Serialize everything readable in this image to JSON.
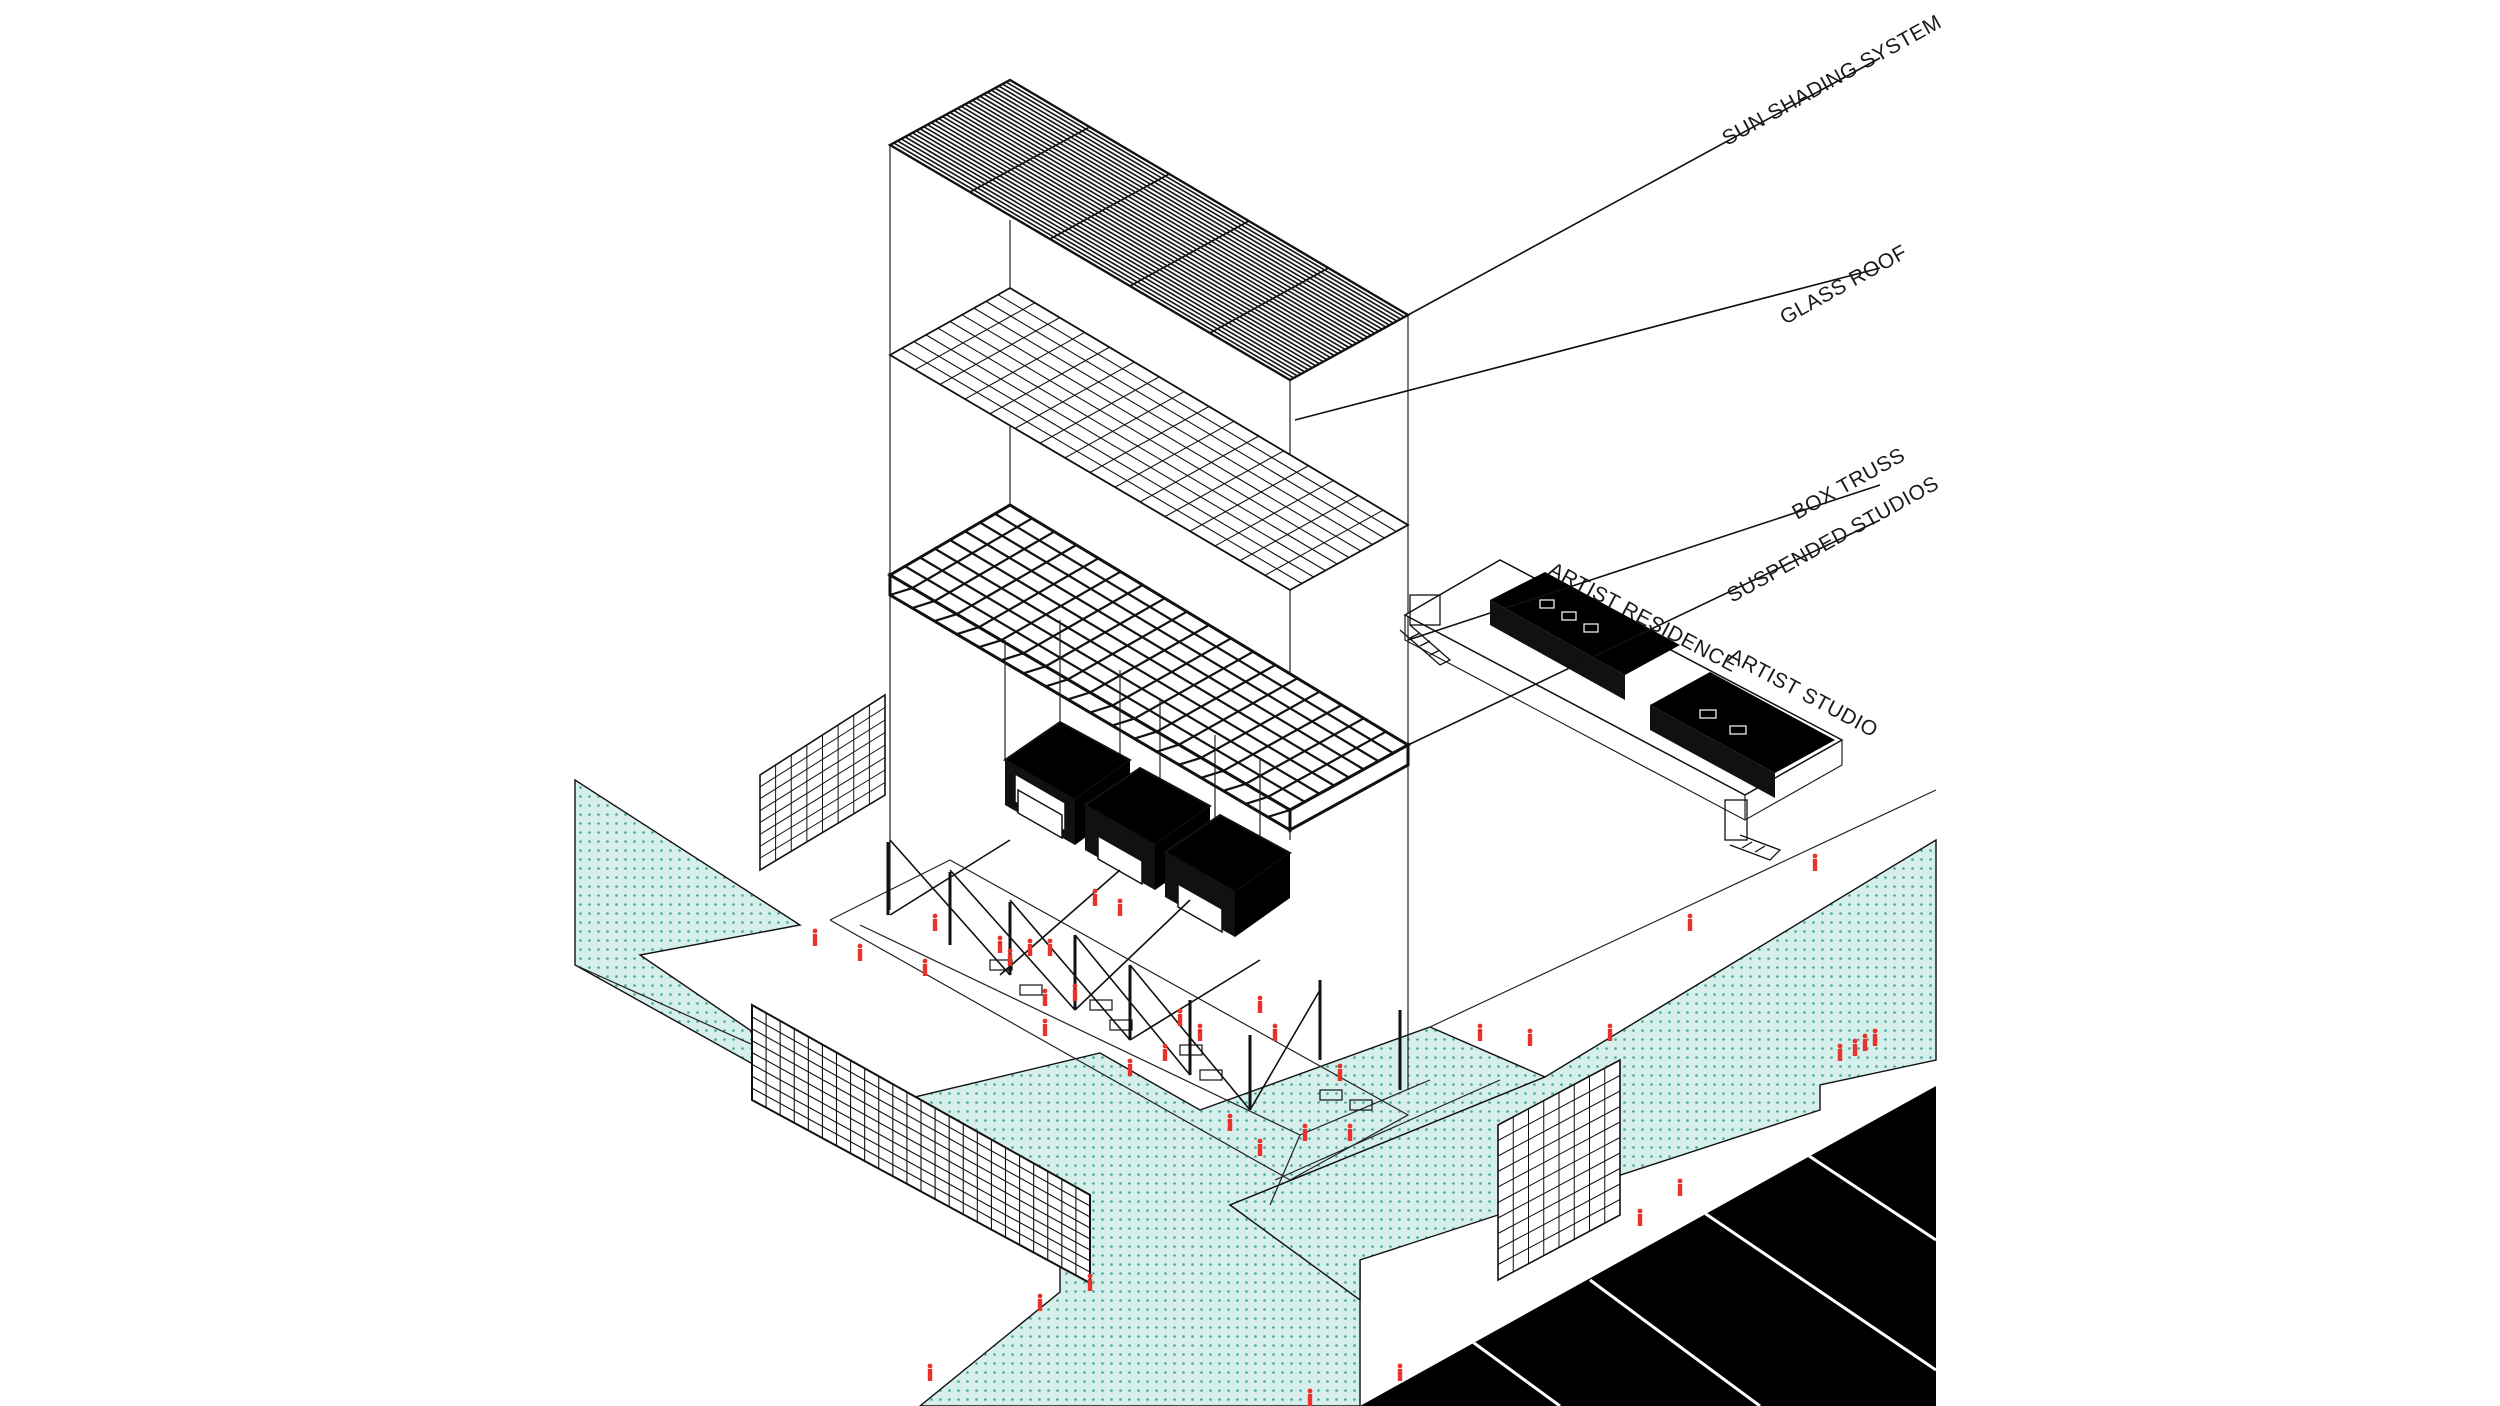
{
  "labels": {
    "sun_shading": "SUN SHADING SYSTEM",
    "glass_roof": "GLASS ROOF",
    "box_truss": "BOX TRUSS",
    "suspended_studios": "SUSPENDED STUDIOS",
    "artist_residence": "ARTIST RESIDENCE",
    "artist_studio": "ARTIST STUDIO"
  },
  "colors": {
    "ink": "#111111",
    "sidewalk": "#d6efea",
    "sidewalk_dots": "#3fa99a",
    "people": "#e8322c",
    "road": "#000000"
  }
}
